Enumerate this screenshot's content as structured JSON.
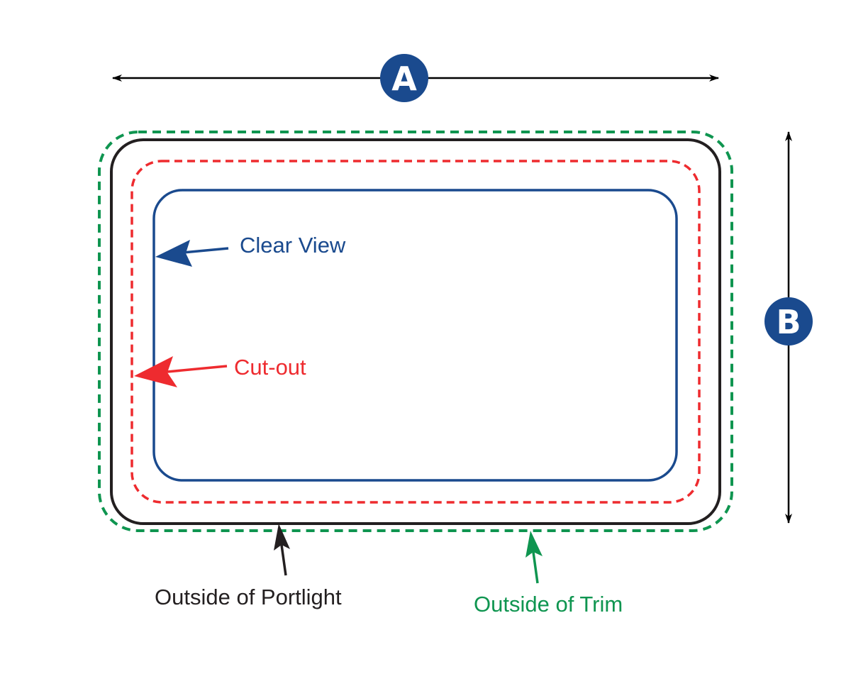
{
  "dimensions": {
    "a_label": "A",
    "b_label": "B"
  },
  "labels": {
    "clear_view": "Clear View",
    "cut_out": "Cut-out",
    "outside_portlight": "Outside of Portlight",
    "outside_trim": "Outside of Trim"
  },
  "colors": {
    "clear_view": "#1a4a8e",
    "cut_out": "#ee2b2f",
    "portlight": "#231f20",
    "trim": "#0f9550",
    "badge": "#1a4a8e",
    "dimension_line": "#000000"
  }
}
